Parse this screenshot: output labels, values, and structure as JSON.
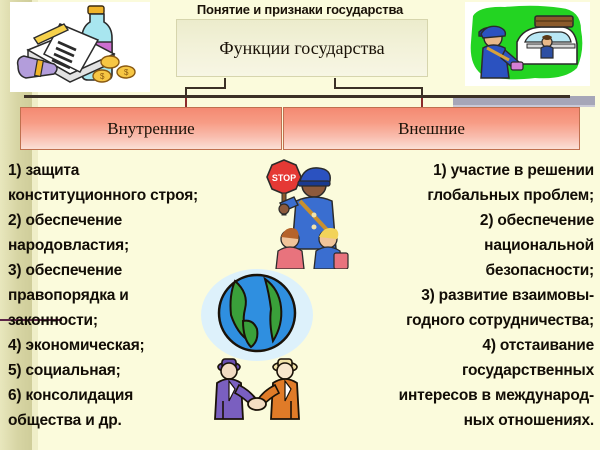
{
  "slide": {
    "title": "Понятие и признаки государства",
    "background_color": "#fbfbdc",
    "accent_color": "#f48a72"
  },
  "main_box": {
    "label": "Функции государства",
    "fill_color": "#f2f1d8",
    "border_color": "#d6d5ad"
  },
  "branches": [
    {
      "label": "Внутренние",
      "side": "left",
      "fill_color": "#f79c85"
    },
    {
      "label": "Внешние",
      "side": "right",
      "fill_color": "#f79c85"
    }
  ],
  "internal_functions": {
    "align": "left",
    "lines": [
      "1) защита",
      "конституционного строя;",
      "2) обеспечение",
      "народовластия;",
      "3) обеспечение",
      "правопорядка и",
      "законности;",
      "4) экономическая;",
      "  5) социальная;",
      "  6) консолидация",
      "общества и др."
    ]
  },
  "external_functions": {
    "align": "right",
    "lines": [
      "1) участие в решении",
      "глобальных проблем;",
      "2) обеспечение",
      "национальной",
      "безопасности;",
      "3) развитие взаимовы-",
      "годного сотрудничества;",
      "4) отстаивание",
      "государственных",
      "интересов в международ-",
      "ных отношениях."
    ]
  },
  "clipart": {
    "documents_bottle_coins": "documents-medicine-coins-image",
    "police_officer_car": "police-officer-checking-car-image",
    "crossing_guard_stop": "crossing-guard-stop-sign-children-image",
    "globe_handshake": "globe-businessmen-handshake-image"
  }
}
